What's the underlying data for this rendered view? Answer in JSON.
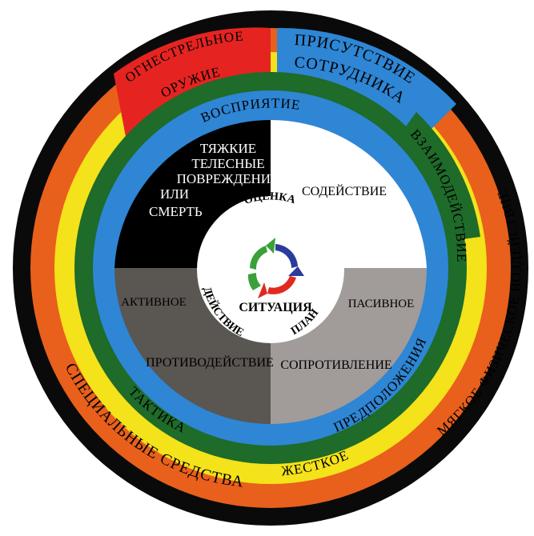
{
  "colors": {
    "outer_black": "#0a0a0a",
    "orange": "#e8601c",
    "yellow": "#f4e21a",
    "green": "#1e6b2a",
    "blue": "#2e86d4",
    "red": "#e52421",
    "quad_black": "#000000",
    "quad_white": "#ffffff",
    "quad_dark_gray": "#5a5652",
    "quad_light_gray": "#a19b9a",
    "center_white": "#ffffff",
    "cycle_green": "#3aa13a",
    "cycle_blue": "#2a3c9c",
    "cycle_red": "#e02a20"
  },
  "outer_ring": {
    "special_means": "СПЕЦИАЛЬНЫЕ СРЕДСТВА",
    "soft_force": "МЯГКОЕ ФИЗИЧЕСКОЕ ВОЗДЕЙСТВИЕ",
    "hard": "ЖЕСТКОЕ",
    "firearms_line1": "ОГНЕСТРЕЛЬНОЕ",
    "firearms_line2": "ОРУЖИЕ",
    "presence_line1": "ПРИСУТСТВИЕ",
    "presence_line2": "СОТРУДНИКА"
  },
  "middle_ring": {
    "interaction": "ВЗАИМОДЕЙСТВИЕ",
    "perception": "ВОСПРИЯТИЕ",
    "tactics": "ТАКТИКА",
    "assumptions": "ПРЕДПОЛОЖЕНИЯ"
  },
  "quadrants": {
    "top_left": [
      "ТЯЖКИЕ",
      "ТЕЛЕСНЫЕ",
      "ПОВРЕЖДЕНИЯ",
      "ИЛИ",
      "СМЕРТЬ"
    ],
    "top_right": "СОДЕЙСТВИЕ",
    "left_middle": "АКТИВНОЕ",
    "right_middle": "ПАСИВНОЕ",
    "bottom_left": "ПРОТИВОДЕЙСТВИЕ",
    "bottom_right": "СОПРОТИВЛЕНИЕ"
  },
  "center": {
    "assessment": "ОЦЕНКА",
    "action": "ДЕЙСТВИЕ",
    "plan": "ПЛАН",
    "situation": "СИТУАЦИЯ",
    "cycle_icon": "cycle-arrows-icon"
  }
}
